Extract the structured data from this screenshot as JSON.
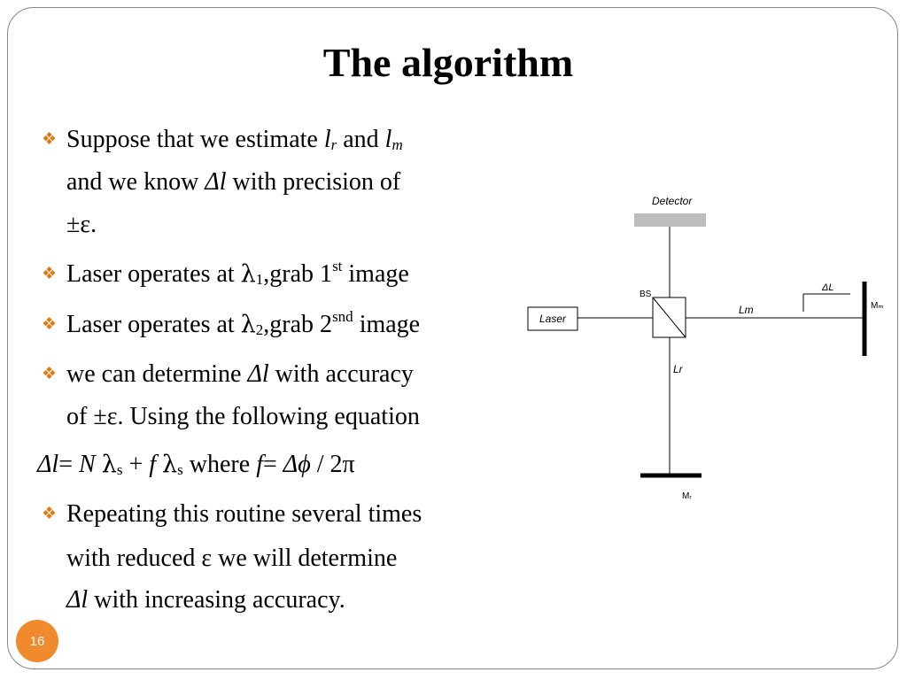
{
  "slide": {
    "title": "The algorithm",
    "page_number": "16",
    "bullet_glyph": "❖"
  },
  "bullets": {
    "b1_l1_a": "Suppose that we estimate ",
    "b1_l1_lr": "l",
    "b1_l1_lr_sub": "r",
    "b1_l1_and": " and ",
    "b1_l1_lm": "l",
    "b1_l1_lm_sub": "m",
    "b1_l2_a": "and we know ",
    "b1_l2_dl": "Δl",
    "b1_l2_b": " with precision of",
    "b1_l3": "±ε.",
    "b2_a": "Laser operates at ",
    "b2_lambda": "λ",
    "b2_lambda_sub": "1",
    "b2_b": ",grab 1",
    "b2_sup": "st",
    "b2_c": " image",
    "b3_a": " Laser operates at ",
    "b3_lambda": "λ",
    "b3_lambda_sub": "2",
    "b3_b": ",grab 2",
    "b3_sup": "snd",
    "b3_c": " image",
    "b4_l1_a": "we can determine ",
    "b4_l1_dl": "Δl",
    "b4_l1_b": " with accuracy",
    "b4_l2": "of ±ε. Using the following equation",
    "eq_dl": "Δl",
    "eq_eq": "= ",
    "eq_N": "N ",
    "eq_lam1": "λ",
    "eq_s1": "s",
    "eq_plus": "  + ",
    "eq_f": "f ",
    "eq_lam2": "λ",
    "eq_s2": "s",
    "eq_where": "   where ",
    "eq_f2": "f",
    "eq_eq2": "= ",
    "eq_dphi": "Δϕ",
    "eq_div": " / 2",
    "eq_pi": "π",
    "b5_l1": "Repeating this routine several times",
    "b5_l2": "with reduced ε we will determine",
    "b5_l3_dl": "Δl",
    "b5_l3_b": " with  increasing accuracy."
  },
  "diagram": {
    "detector": "Detector",
    "bs": "BS",
    "laser": "Laser",
    "lm": "Lm",
    "dL": "ΔL",
    "mm": "Mₘ",
    "lr": "Lr",
    "mr": "Mᵣ"
  }
}
